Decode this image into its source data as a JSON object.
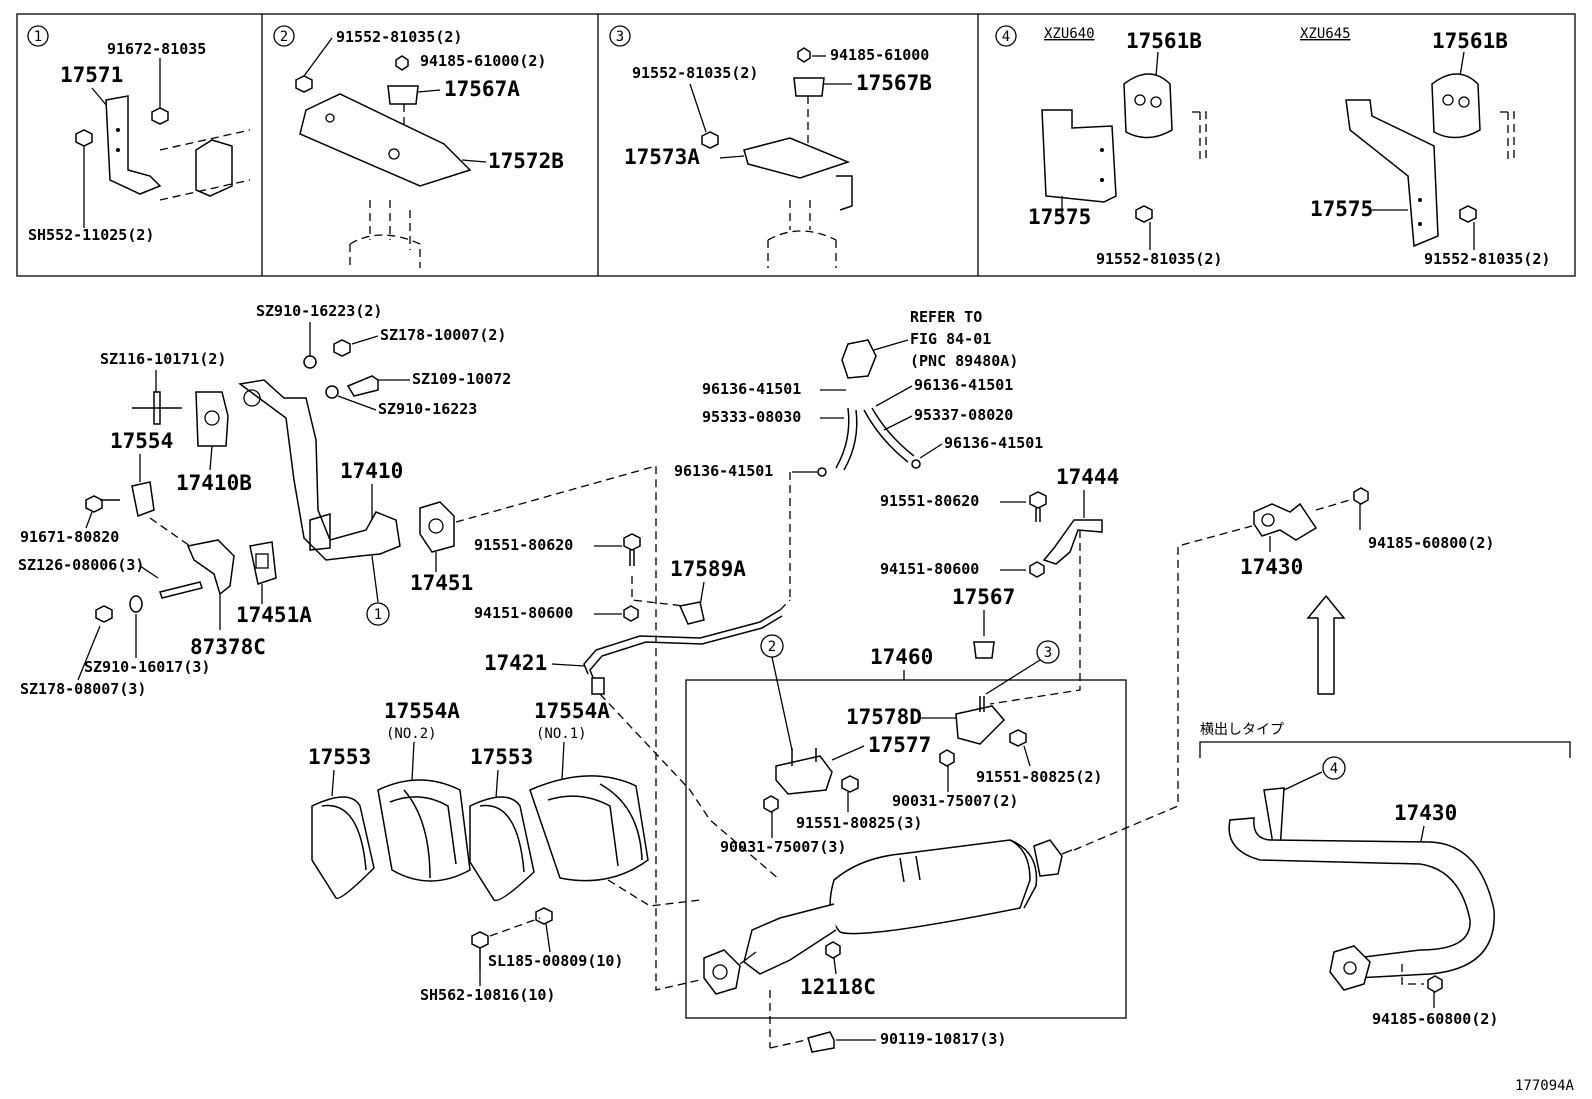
{
  "insets": {
    "1": {
      "num": "1",
      "labels": [
        "91672-81035",
        "17571",
        "SH552-11025(2)"
      ]
    },
    "2": {
      "num": "2",
      "labels": [
        "91552-81035(2)",
        "94185-61000(2)",
        "17567A",
        "17572B"
      ]
    },
    "3": {
      "num": "3",
      "labels": [
        "94185-61000",
        "91552-81035(2)",
        "17567B",
        "17573A"
      ]
    },
    "4": {
      "num": "4",
      "variant_a": "XZU640",
      "variant_b": "XZU645",
      "labels": [
        "17561B",
        "17575",
        "91552-81035(2)",
        "17561B",
        "17575",
        "91552-81035(2)"
      ]
    }
  },
  "main_labels": {
    "sz910_16223_2": "SZ910-16223(2)",
    "sz178_10007_2": "SZ178-10007(2)",
    "sz116_10171_2": "SZ116-10171(2)",
    "sz109_10072": "SZ109-10072",
    "sz910_16223": "SZ910-16223",
    "p17554": "17554",
    "p17410b": "17410B",
    "p17410": "17410",
    "p91671_80820": "91671-80820",
    "sz126_08006_3": "SZ126-08006(3)",
    "p17451": "17451",
    "p17451a": "17451A",
    "p87378c": "87378C",
    "sz910_16017_3": "SZ910-16017(3)",
    "sz178_08007_3": "SZ178-08007(3)",
    "refer_1": "REFER TO",
    "refer_2": "FIG 84-01",
    "refer_3": "(PNC 89480A)",
    "p96136_a": "96136-41501",
    "p96136_b": "96136-41501",
    "p95333": "95333-08030",
    "p95337": "95337-08020",
    "p96136_c": "96136-41501",
    "p96136_d": "96136-41501",
    "p91551_80620_a": "91551-80620",
    "p17589a": "17589A",
    "p94151_80600_a": "94151-80600",
    "p17421": "17421",
    "p91551_80620_b": "91551-80620",
    "p17444": "17444",
    "p94151_80600_b": "94151-80600",
    "p17567": "17567",
    "p17460": "17460",
    "p17578d": "17578D",
    "p17577": "17577",
    "p91551_80825_2": "91551-80825(2)",
    "p90031_75007_2": "90031-75007(2)",
    "p91551_80825_3": "91551-80825(3)",
    "p90031_75007_3": "90031-75007(3)",
    "p12118c": "12118C",
    "p90119_10817_3": "90119-10817(3)",
    "p17430_top": "17430",
    "p94185_60800_a": "94185-60800(2)",
    "side_type": "横出しタイプ",
    "p17430_side": "17430",
    "p94185_60800_b": "94185-60800(2)",
    "p17554a_2": "17554A",
    "no2": "(NO.2)",
    "p17554a_1": "17554A",
    "no1": "(NO.1)",
    "p17553_a": "17553",
    "p17553_b": "17553",
    "sl185": "SL185-00809(10)",
    "sh562": "SH562-10816(10)",
    "callout_1": "1",
    "callout_2": "2",
    "callout_3": "3",
    "callout_4": "4",
    "figure_id": "177094A"
  }
}
